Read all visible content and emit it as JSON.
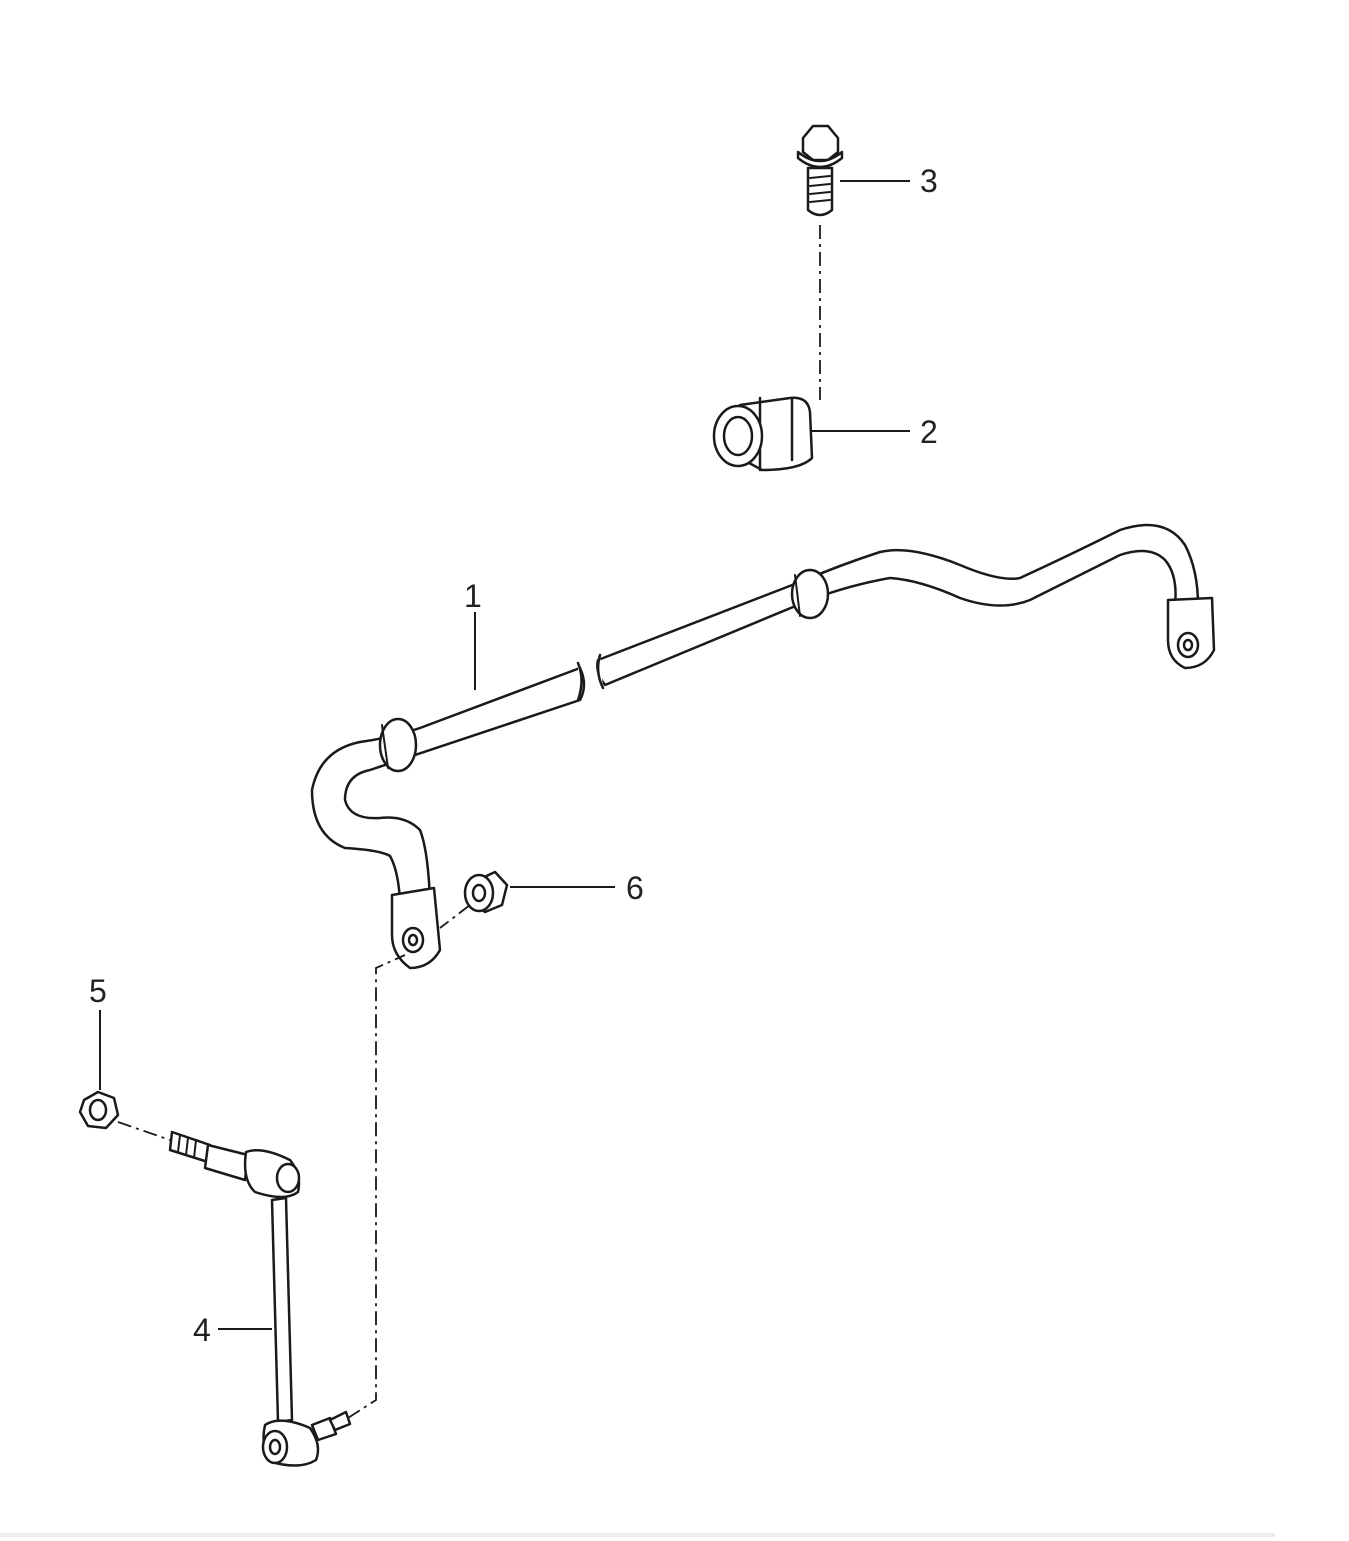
{
  "diagram": {
    "callouts": [
      {
        "id": "1",
        "label": "1",
        "part": "stabilizer-bar"
      },
      {
        "id": "2",
        "label": "2",
        "part": "rubber-bushing"
      },
      {
        "id": "3",
        "label": "3",
        "part": "hex-bolt"
      },
      {
        "id": "4",
        "label": "4",
        "part": "coupling-rod"
      },
      {
        "id": "5",
        "label": "5",
        "part": "hex-nut"
      },
      {
        "id": "6",
        "label": "6",
        "part": "flange-nut"
      }
    ]
  },
  "colors": {
    "line": "#1a1a1a",
    "fill": "#ffffff",
    "footer_bar": "#eeeeee"
  }
}
